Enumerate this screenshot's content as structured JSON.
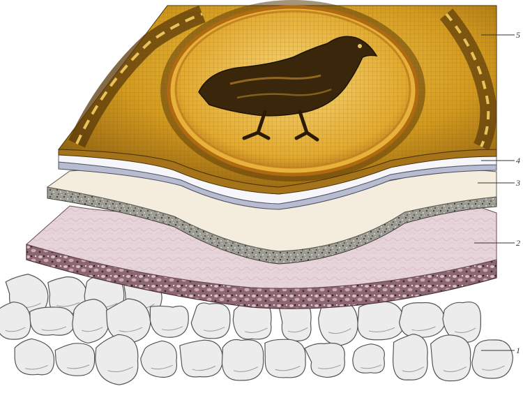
{
  "diagram": {
    "layers": [
      {
        "id": "layer-1",
        "label": "1",
        "color": "#e8e8e8"
      },
      {
        "id": "layer-2",
        "label": "2",
        "color": "#e6cfd8"
      },
      {
        "id": "layer-3",
        "label": "3",
        "color": "#f3ecdc"
      },
      {
        "id": "layer-4",
        "label": "4",
        "color": "#f4f4f8"
      },
      {
        "id": "layer-5",
        "label": "5",
        "color": "#d49a18"
      }
    ]
  }
}
